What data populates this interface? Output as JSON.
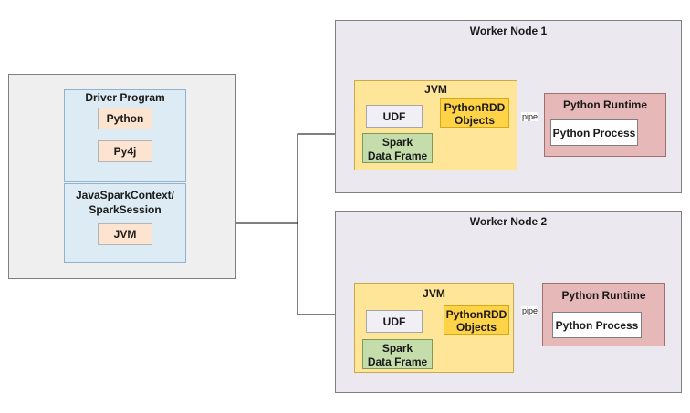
{
  "driver_host": {
    "driver_program": {
      "title": "Driver Program",
      "python": "Python",
      "py4j": "Py4j"
    },
    "spark_context": {
      "title_line1": "JavaSparkContext/",
      "title_line2": "SparkSession",
      "jvm": "JVM"
    }
  },
  "workers": [
    {
      "title": "Worker Node 1",
      "jvm_title": "JVM",
      "udf": "UDF",
      "pythonrdd_line1": "PythonRDD",
      "pythonrdd_line2": "Objects",
      "spark_line1": "Spark",
      "spark_line2": "Data Frame",
      "pipe": "pipe",
      "runtime_title": "Python Runtime",
      "process": "Python Process"
    },
    {
      "title": "Worker Node 2",
      "jvm_title": "JVM",
      "udf": "UDF",
      "pythonrdd_line1": "PythonRDD",
      "pythonrdd_line2": "Objects",
      "spark_line1": "Spark",
      "spark_line2": "Data Frame",
      "pipe": "pipe",
      "runtime_title": "Python Runtime",
      "process": "Python Process"
    }
  ]
}
